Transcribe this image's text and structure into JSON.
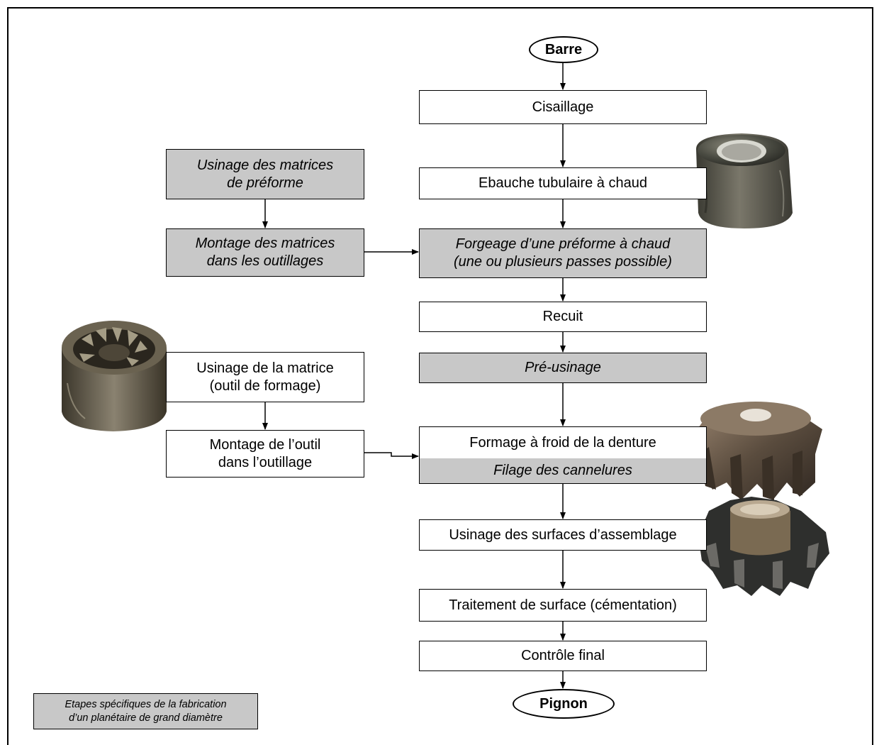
{
  "flow": {
    "start": "Barre",
    "end": "Pignon",
    "steps": {
      "cisaillage": "Cisaillage",
      "ebauche": "Ebauche tubulaire à chaud",
      "forgeage": [
        "Forgeage d’une préforme à chaud",
        "(une ou plusieurs passes possible)"
      ],
      "recuit": "Recuit",
      "pre_usinage": "Pré-usinage",
      "formage": "Formage à froid de la denture",
      "filage": "Filage des cannelures",
      "usinage_surfaces": "Usinage des surfaces d’assemblage",
      "traitement": "Traitement de surface (cémentation)",
      "controle": "Contrôle final"
    }
  },
  "side": {
    "usinage_matrices": [
      "Usinage des matrices",
      "de préforme"
    ],
    "montage_matrices": [
      "Montage des matrices",
      "dans les outillages"
    ],
    "usinage_matrice": [
      "Usinage de la matrice",
      "(outil de formage)"
    ],
    "montage_outil": [
      "Montage de l’outil",
      "dans l’outillage"
    ]
  },
  "legend": [
    "Etapes spécifiques de la fabrication",
    "d’un planétaire de grand diamètre"
  ],
  "colors": {
    "specific_step_fill": "#c8c8c8",
    "stroke": "#000000"
  }
}
